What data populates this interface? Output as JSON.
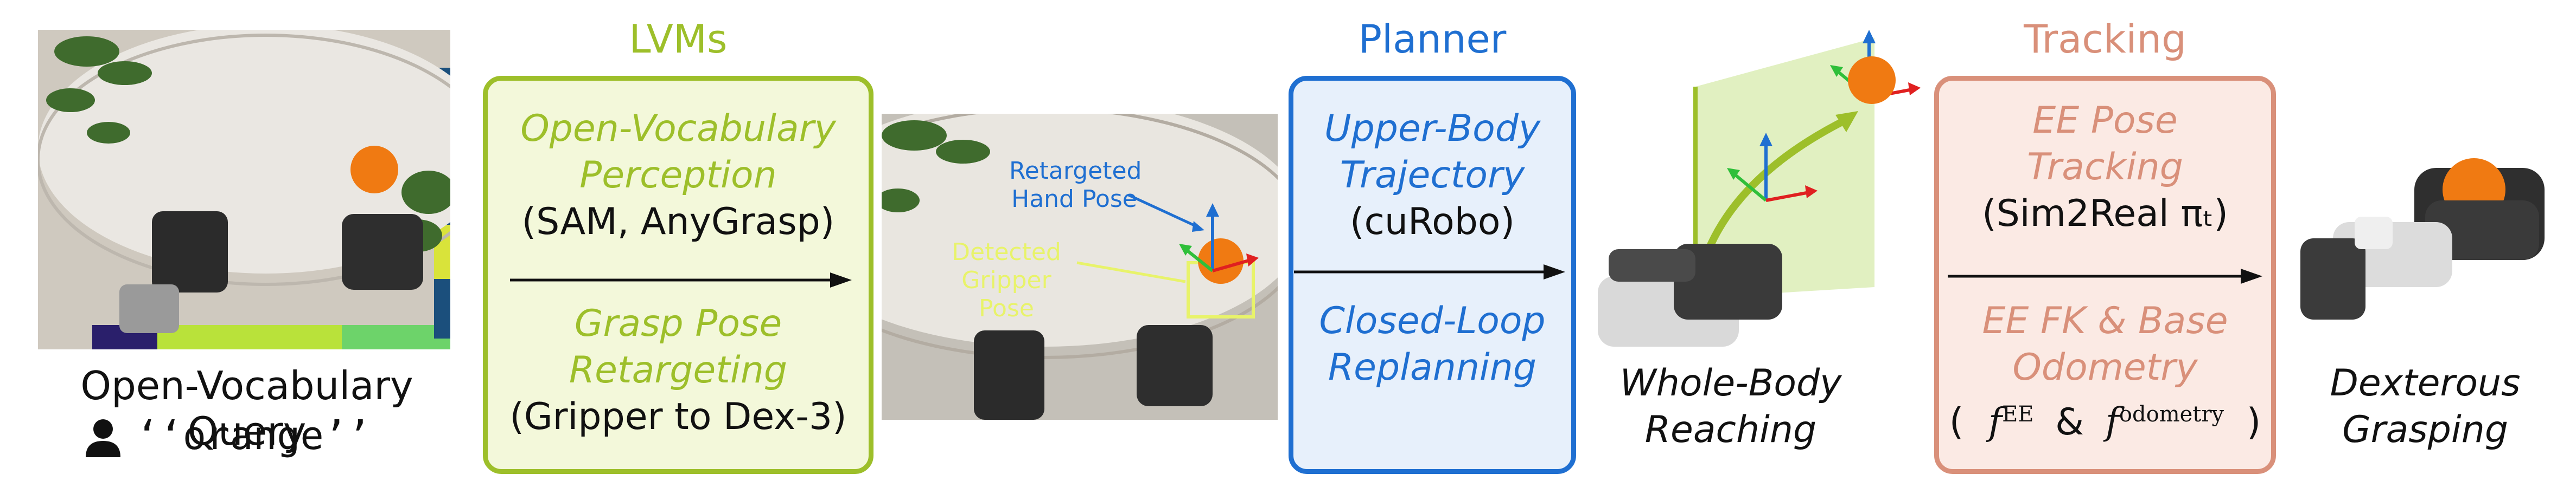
{
  "colors": {
    "lvm": "#9dbf2a",
    "lvm_fill": "#f3f8da",
    "planner": "#1f6fd1",
    "planner_fill": "#e7f0fb",
    "tracking": "#d9907a",
    "tracking_fill": "#fbeae4"
  },
  "query": {
    "caption": "Open-Vocabulary Query",
    "quote": "‘‘orange’’"
  },
  "lvms": {
    "title": "LVMs",
    "perception": {
      "l1": "Open-Vocabulary",
      "l2": "Perception",
      "l3": "(SAM, AnyGrasp)"
    },
    "retarget": {
      "l1": "Grasp Pose",
      "l2": "Retargeting",
      "l3": "(Gripper to Dex-3)"
    }
  },
  "annotations": {
    "retargeted_1": "Retargeted",
    "retargeted_2": "Hand Pose",
    "detected_1": "Detected",
    "detected_2": "Gripper Pose"
  },
  "planner": {
    "title": "Planner",
    "traj": {
      "l1": "Upper-Body",
      "l2": "Trajectory",
      "l3": "(cuRobo)"
    },
    "replan": {
      "l1": "Closed-Loop",
      "l2": "Replanning"
    }
  },
  "reaching": {
    "l1": "Whole-Body",
    "l2": "Reaching"
  },
  "tracking": {
    "title": "Tracking",
    "ee": {
      "l1": "EE Pose",
      "l2": "Tracking",
      "l3": "(Sim2Real πₜ)"
    },
    "fk": {
      "l1": "EE FK & Base",
      "l2": "Odometry"
    },
    "formula": {
      "open": "(",
      "f1": "f",
      "sup1": "EE",
      "amp": "&",
      "f2": "f",
      "sup2": "odometry",
      "close": ")"
    }
  },
  "grasping": {
    "l1": "Dexterous",
    "l2": "Grasping"
  },
  "icons": [
    "person-icon",
    "arrow-right-icon",
    "axis-frame-icon",
    "orange-fruit-icon",
    "curved-arrow-icon"
  ]
}
